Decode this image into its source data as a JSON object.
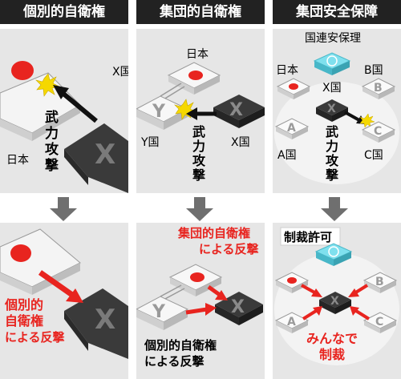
{
  "columns": [
    {
      "title": "個別的自衛権",
      "top": {
        "labels": {
          "japan": "日本",
          "x": "X国"
        },
        "attack": [
          "武",
          "力",
          "攻",
          "撃"
        ]
      },
      "bottom": {
        "response": [
          "個別的",
          "自衛権",
          "による反撃"
        ]
      }
    },
    {
      "title": "集団的自衛権",
      "top": {
        "labels": {
          "japan": "日本",
          "y": "Y国",
          "x": "X国"
        },
        "attack": [
          "武",
          "力",
          "攻",
          "撃"
        ]
      },
      "bottom": {
        "response_red": [
          "集団的自衛権",
          "による反撃"
        ],
        "response_black": [
          "個別的自衛権",
          "による反撃"
        ]
      }
    },
    {
      "title": "集団安全保障",
      "top": {
        "labels": {
          "un": "国連安保理",
          "japan": "日本",
          "b": "B国",
          "x": "X国",
          "a": "A国",
          "c": "C国"
        },
        "attack": [
          "武",
          "力",
          "攻",
          "撃"
        ]
      },
      "bottom": {
        "permission": "制裁許可",
        "sanction": [
          "みんなで",
          "制裁"
        ]
      }
    }
  ],
  "block_letters": {
    "x": "X",
    "y": "Y",
    "a": "A",
    "b": "B",
    "c": "C"
  },
  "colors": {
    "header_bg": "#222222",
    "panel_bg": "#e6e6e6",
    "dark_block": "#3a3a3a",
    "red": "#e8241f",
    "arrow_gray": "#6f6f6f",
    "un_blue": "#5fd0e0"
  }
}
